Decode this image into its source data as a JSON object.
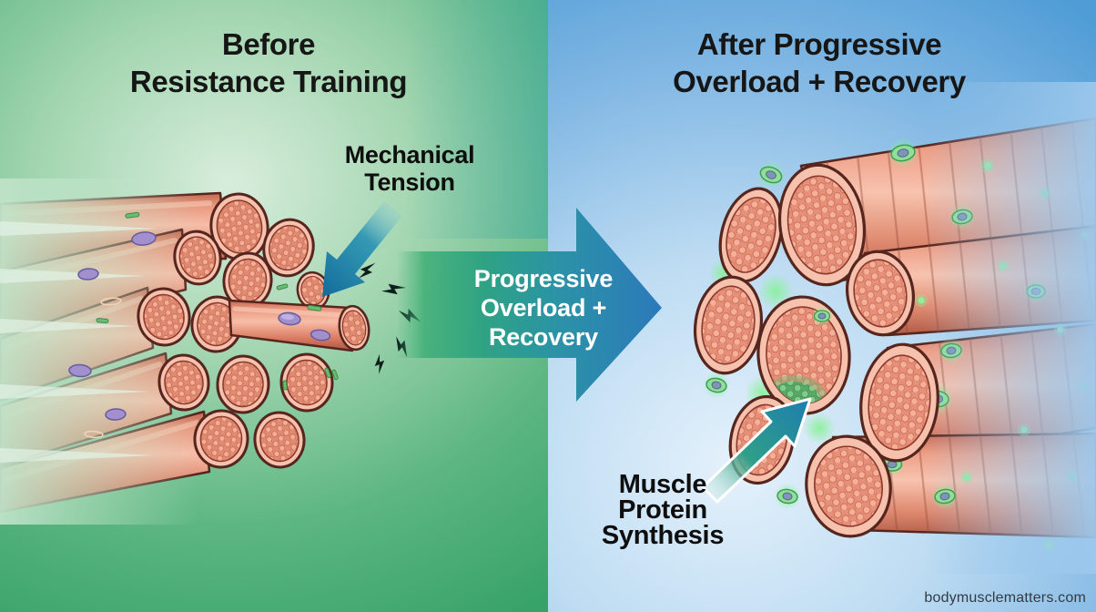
{
  "panels": {
    "before": {
      "title": [
        "Before",
        "Resistance Training"
      ],
      "annotation": [
        "Mechanical",
        "Tension"
      ]
    },
    "after": {
      "title": [
        "After Progressive",
        "Overload + Recovery"
      ],
      "annotation": [
        "Muscle",
        "Protein",
        "Synthesis"
      ]
    }
  },
  "transition_arrow": {
    "label": [
      "Progressive",
      "Overload +",
      "Recovery"
    ]
  },
  "watermark": {
    "text": "bodymusclematters.com"
  },
  "colors": {
    "left_background_green": "#35a56e",
    "right_background_blue": "#5ba4d9",
    "transition_arrow_green": "#3fae76",
    "transition_arrow_blue": "#2b79ba",
    "pointer_arrow_blue": "#1f7ca6",
    "title_text": "#161616",
    "arrow_label_text": "#ffffff",
    "muscle_fiber_salmon": "#ee9a82",
    "fiber_outline": "#56251e",
    "myonucleus_purple": "#a290ce",
    "organelle_green": "#69bd72",
    "satellite_cell_green": "#8fe096",
    "satellite_nucleus_gray_blue": "#7e95b8",
    "growth_patch_green": "#5fc474",
    "lightning_bolt": "#0d1f1a"
  },
  "icons": {
    "mechanical_tension_pointer": "arrow-down-left",
    "transition": "arrow-right",
    "mps_pointer": "arrow-up-right",
    "stress_marks": "lightning-bolts"
  }
}
